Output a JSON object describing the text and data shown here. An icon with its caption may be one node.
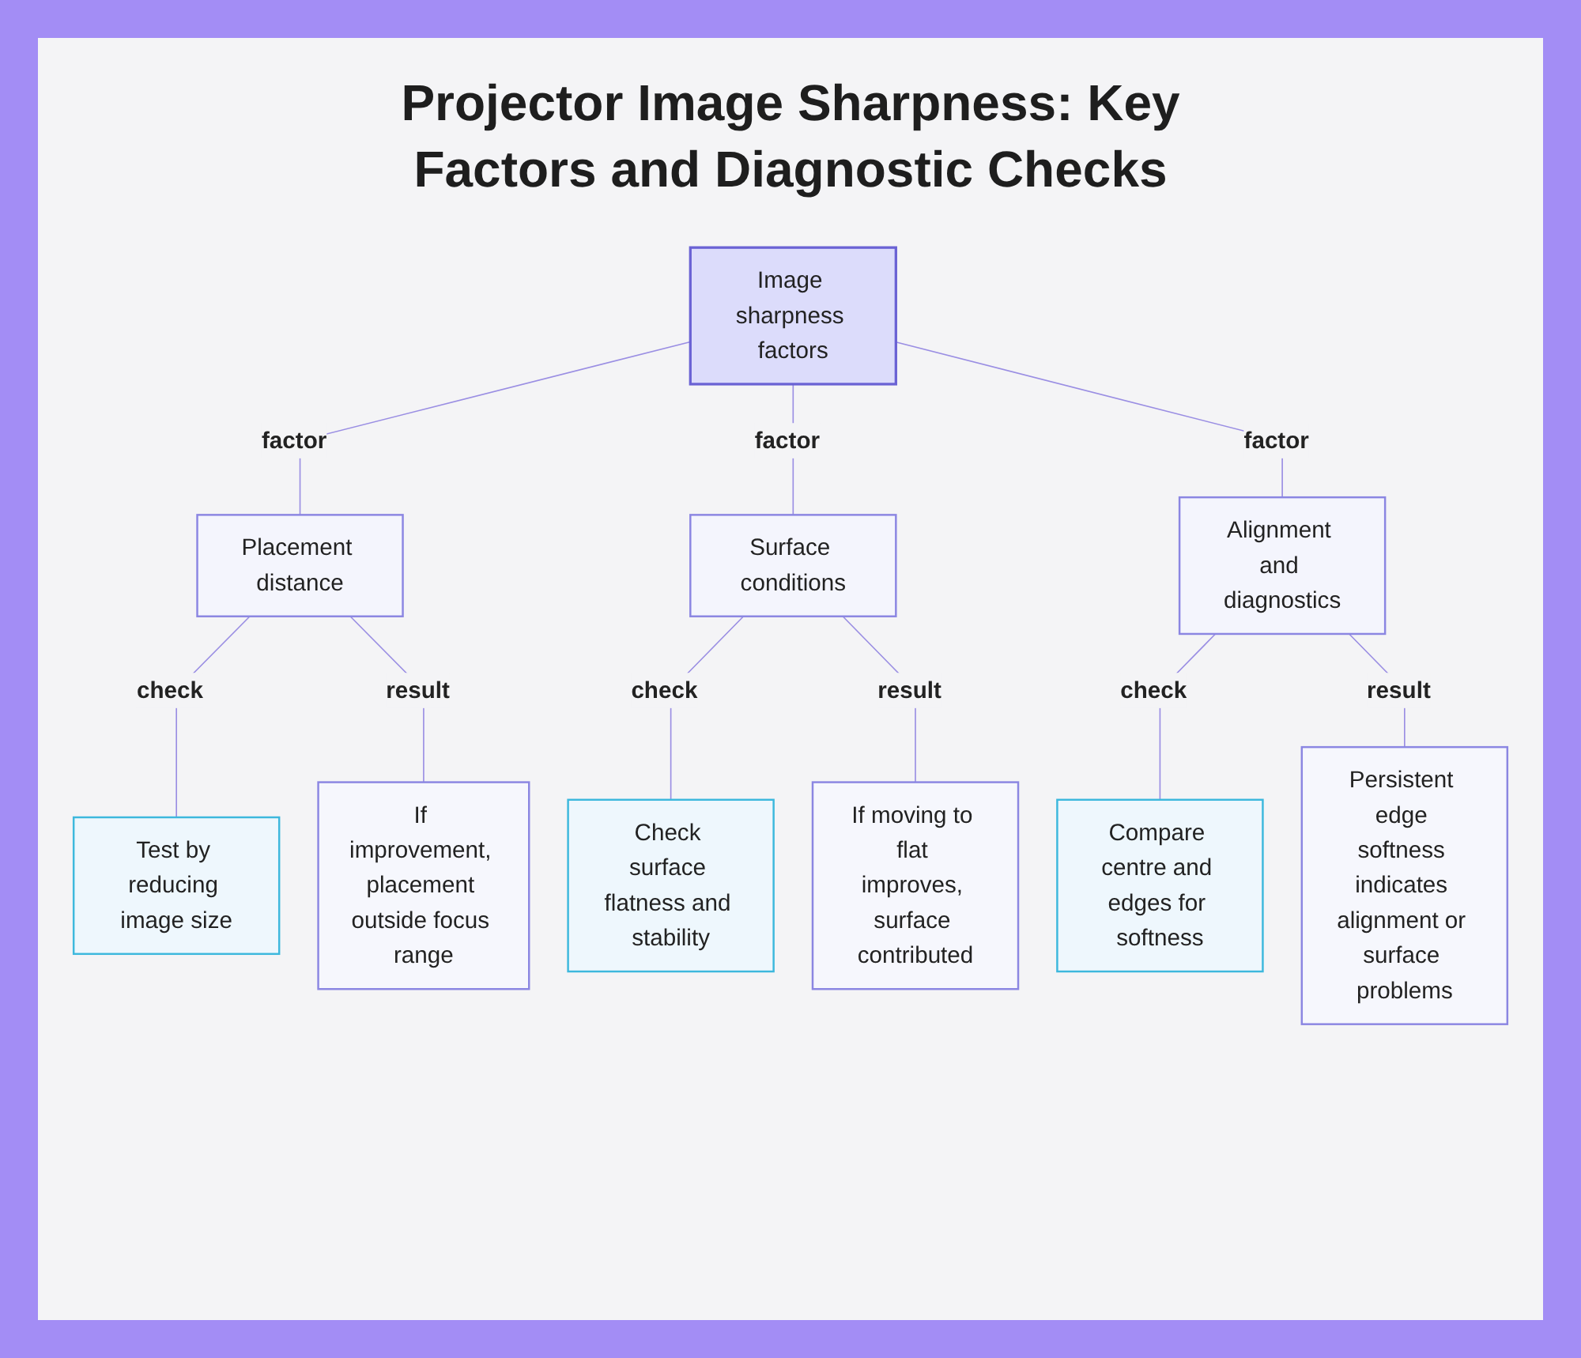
{
  "diagram": {
    "title": "Projector Image Sharpness: Key Factors and Diagnostic Checks",
    "nodes": [
      {
        "text": [
          "Image sharpness factors"
        ]
      },
      {
        "text": [
          "Placement distance"
        ]
      },
      {
        "text": [
          "Surface conditions"
        ]
      },
      {
        "text": [
          "Alignment and diagnostics"
        ]
      },
      {
        "text": [
          "Test by reducing image size"
        ]
      },
      {
        "text": [
          "If improvement, placement outside focus range"
        ]
      },
      {
        "text": [
          "Check surface flatness and stability"
        ]
      },
      {
        "text": [
          "If moving to flat improves, surface contributed"
        ]
      },
      {
        "text": [
          "Compare centre and edges for softness"
        ]
      },
      {
        "text": [
          "Persistent edge softness indicates alignment or surface problems"
        ]
      }
    ],
    "edges": [
      {
        "from": 0,
        "to": 1,
        "arrow": "none",
        "label": "factor"
      },
      {
        "from": 0,
        "to": 2,
        "arrow": "none",
        "label": "factor"
      },
      {
        "from": 0,
        "to": 3,
        "arrow": "none",
        "label": "factor"
      },
      {
        "from": 1,
        "to": 4,
        "arrow": "none",
        "label": "check"
      },
      {
        "from": 1,
        "to": 5,
        "arrow": "none",
        "label": "result"
      },
      {
        "from": 2,
        "to": 6,
        "arrow": "none",
        "label": "check"
      },
      {
        "from": 2,
        "to": 7,
        "arrow": "none",
        "label": "result"
      },
      {
        "from": 3,
        "to": 8,
        "arrow": "none",
        "label": "check"
      },
      {
        "from": 3,
        "to": 9,
        "arrow": "none",
        "label": "result"
      }
    ]
  }
}
